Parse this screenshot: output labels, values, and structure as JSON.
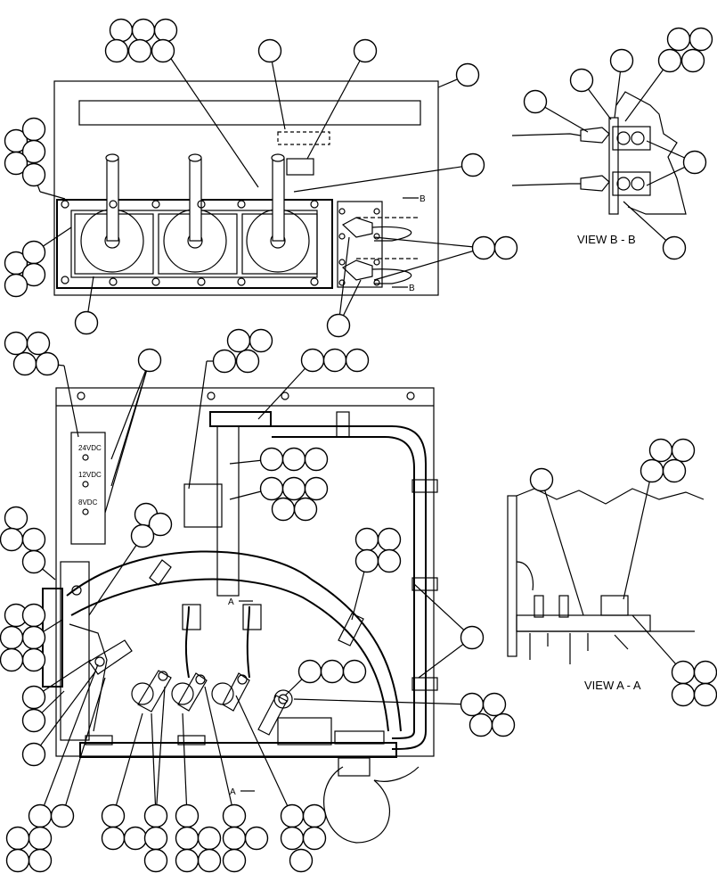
{
  "labels": {
    "view_bb": "VIEW  B - B",
    "view_aa": "VIEW  A - A",
    "marker_b": "B",
    "marker_a": "A",
    "volt_24": "24VDC",
    "volt_12": "12VDC",
    "volt_8": "8VDC"
  },
  "colors": {
    "line": "#000000",
    "background": "#ffffff"
  },
  "callout_groups": [
    {
      "id": "t1",
      "circles": [
        [
          136,
          34
        ],
        [
          161,
          34
        ],
        [
          186,
          34
        ],
        [
          131,
          57
        ],
        [
          157,
          57
        ],
        [
          183,
          57
        ]
      ]
    },
    {
      "id": "t2",
      "circles": [
        [
          303,
          57
        ]
      ]
    },
    {
      "id": "t3",
      "circles": [
        [
          410,
          57
        ]
      ]
    },
    {
      "id": "t4",
      "circles": [
        [
          525,
          84
        ]
      ]
    },
    {
      "id": "t5",
      "circles": [
        [
          18,
          158
        ],
        [
          38,
          145
        ],
        [
          38,
          170
        ],
        [
          18,
          183
        ],
        [
          38,
          196
        ]
      ]
    },
    {
      "id": "t6",
      "circles": [
        [
          531,
          185
        ]
      ]
    },
    {
      "id": "t7",
      "circles": [
        [
          18,
          295
        ],
        [
          38,
          283
        ],
        [
          38,
          308
        ],
        [
          18,
          320
        ]
      ]
    },
    {
      "id": "t8",
      "circles": [
        [
          543,
          278
        ],
        [
          568,
          278
        ]
      ]
    },
    {
      "id": "t9",
      "circles": [
        [
          97,
          362
        ]
      ]
    },
    {
      "id": "t10",
      "circles": [
        [
          380,
          365
        ]
      ]
    },
    {
      "id": "t11",
      "circles": [
        [
          653,
          90
        ]
      ]
    },
    {
      "id": "t12",
      "circles": [
        [
          698,
          68
        ]
      ]
    },
    {
      "id": "t13",
      "circles": [
        [
          762,
          44
        ],
        [
          787,
          44
        ],
        [
          752,
          68
        ],
        [
          778,
          68
        ]
      ]
    },
    {
      "id": "t14",
      "circles": [
        [
          601,
          114
        ]
      ]
    },
    {
      "id": "t15",
      "circles": [
        [
          780,
          182
        ]
      ]
    },
    {
      "id": "t16",
      "circles": [
        [
          757,
          278
        ]
      ]
    },
    {
      "id": "m1",
      "circles": [
        [
          18,
          385
        ],
        [
          43,
          385
        ],
        [
          28,
          408
        ],
        [
          53,
          408
        ]
      ]
    },
    {
      "id": "m2",
      "circles": [
        [
          168,
          404
        ]
      ]
    },
    {
      "id": "m3",
      "circles": [
        [
          268,
          382
        ],
        [
          293,
          382
        ],
        [
          252,
          405
        ],
        [
          278,
          405
        ]
      ]
    },
    {
      "id": "m4",
      "circles": [
        [
          351,
          404
        ],
        [
          376,
          404
        ],
        [
          401,
          404
        ]
      ]
    },
    {
      "id": "m5",
      "circles": [
        [
          305,
          515
        ],
        [
          330,
          515
        ],
        [
          355,
          515
        ]
      ]
    },
    {
      "id": "m6",
      "circles": [
        [
          305,
          548
        ],
        [
          330,
          548
        ],
        [
          355,
          548
        ],
        [
          318,
          571
        ],
        [
          343,
          571
        ]
      ]
    },
    {
      "id": "m7",
      "circles": [
        [
          164,
          577
        ],
        [
          180,
          588
        ],
        [
          160,
          601
        ]
      ]
    },
    {
      "id": "m8",
      "circles": [
        [
          18,
          581
        ],
        [
          13,
          605
        ],
        [
          38,
          605
        ],
        [
          38,
          630
        ]
      ]
    },
    {
      "id": "m9",
      "circles": [
        [
          412,
          605
        ],
        [
          437,
          605
        ],
        [
          412,
          629
        ],
        [
          437,
          629
        ]
      ]
    },
    {
      "id": "m10",
      "circles": [
        [
          18,
          690
        ],
        [
          38,
          690
        ],
        [
          38,
          715
        ],
        [
          13,
          715
        ],
        [
          38,
          740
        ],
        [
          13,
          740
        ]
      ]
    },
    {
      "id": "m11",
      "circles": [
        [
          348,
          753
        ],
        [
          373,
          753
        ],
        [
          398,
          753
        ]
      ]
    },
    {
      "id": "m12",
      "circles": [
        [
          530,
          715
        ]
      ]
    },
    {
      "id": "m13",
      "circles": [
        [
          38,
          782
        ],
        [
          38,
          808
        ],
        [
          38,
          846
        ]
      ]
    },
    {
      "id": "m14",
      "circles": [
        [
          530,
          790
        ],
        [
          555,
          790
        ],
        [
          540,
          813
        ],
        [
          565,
          813
        ]
      ]
    },
    {
      "id": "b1",
      "circles": [
        [
          45,
          915
        ],
        [
          70,
          915
        ],
        [
          45,
          940
        ],
        [
          20,
          940
        ],
        [
          45,
          965
        ],
        [
          20,
          965
        ]
      ]
    },
    {
      "id": "b2",
      "circles": [
        [
          127,
          915
        ],
        [
          127,
          940
        ],
        [
          152,
          940
        ]
      ]
    },
    {
      "id": "b3",
      "circles": [
        [
          175,
          915
        ],
        [
          175,
          940
        ],
        [
          175,
          965
        ]
      ]
    },
    {
      "id": "b4",
      "circles": [
        [
          210,
          915
        ],
        [
          210,
          940
        ],
        [
          235,
          940
        ],
        [
          235,
          965
        ],
        [
          210,
          965
        ]
      ]
    },
    {
      "id": "b5",
      "circles": [
        [
          263,
          915
        ],
        [
          263,
          940
        ],
        [
          288,
          940
        ],
        [
          263,
          965
        ]
      ]
    },
    {
      "id": "b6",
      "circles": [
        [
          328,
          915
        ],
        [
          353,
          915
        ],
        [
          328,
          940
        ],
        [
          353,
          940
        ],
        [
          338,
          965
        ]
      ]
    },
    {
      "id": "r1",
      "circles": [
        [
          608,
          538
        ]
      ]
    },
    {
      "id": "r2",
      "circles": [
        [
          742,
          505
        ],
        [
          767,
          505
        ],
        [
          732,
          528
        ],
        [
          757,
          528
        ]
      ]
    },
    {
      "id": "r3",
      "circles": [
        [
          767,
          754
        ],
        [
          792,
          754
        ],
        [
          767,
          779
        ],
        [
          792,
          779
        ]
      ]
    }
  ]
}
